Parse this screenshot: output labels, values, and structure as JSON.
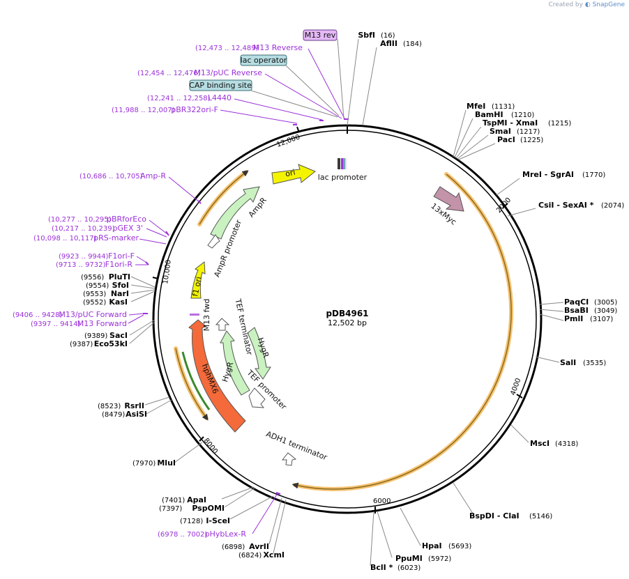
{
  "credit": {
    "prefix": "Created by",
    "brand": "SnapGene"
  },
  "plasmid": {
    "name": "pDB4961",
    "size_label": "12,502 bp"
  },
  "ticks": [
    "2000",
    "4000",
    "6000",
    "8000",
    "10,000",
    "12,000"
  ],
  "sites": [
    {
      "name": "SbfI",
      "pos": "(16)"
    },
    {
      "name": "AflII",
      "pos": "(184)"
    },
    {
      "name": "MfeI",
      "pos": "(1131)"
    },
    {
      "name": "BamHI",
      "pos": "(1210)"
    },
    {
      "name": "TspMI  - XmaI",
      "pos": "(1215)"
    },
    {
      "name": "SmaI",
      "pos": "(1217)"
    },
    {
      "name": "PacI",
      "pos": "(1225)"
    },
    {
      "name": "MreI  - SgrAI",
      "pos": "(1770)"
    },
    {
      "name": "CsiI  - SexAI *",
      "pos": "(2074)"
    },
    {
      "name": "PaqCI",
      "pos": "(3005)"
    },
    {
      "name": "BsaBI",
      "pos": "(3049)"
    },
    {
      "name": "PmlI",
      "pos": "(3107)"
    },
    {
      "name": "SalI",
      "pos": "(3535)"
    },
    {
      "name": "MscI",
      "pos": "(4318)"
    },
    {
      "name": "BspDI  - ClaI",
      "pos": "(5146)"
    },
    {
      "name": "HpaI",
      "pos": "(5693)"
    },
    {
      "name": "PpuMI",
      "pos": "(5972)"
    },
    {
      "name": "BclI *",
      "pos": "(6023)"
    },
    {
      "name": "XcmI",
      "pos": "(6824)"
    },
    {
      "name": "AvrII",
      "pos": "(6898)"
    },
    {
      "name": "I-SceI",
      "pos": "(7128)"
    },
    {
      "name": "PspOMI",
      "pos": "(7397)"
    },
    {
      "name": "ApaI",
      "pos": "(7401)"
    },
    {
      "name": "MluI",
      "pos": "(7970)"
    },
    {
      "name": "AsiSI",
      "pos": "(8479)"
    },
    {
      "name": "RsrII",
      "pos": "(8523)"
    },
    {
      "name": "Eco53kI",
      "pos": "(9387)"
    },
    {
      "name": "SacI",
      "pos": "(9389)"
    },
    {
      "name": "KasI",
      "pos": "(9552)"
    },
    {
      "name": "NarI",
      "pos": "(9553)"
    },
    {
      "name": "SfoI",
      "pos": "(9554)"
    },
    {
      "name": "PluTI",
      "pos": "(9556)"
    }
  ],
  "primers": [
    {
      "name": "M13 Reverse",
      "pos": "(12,473 .. 12,489)"
    },
    {
      "name": "M13/pUC Reverse",
      "pos": "(12,454 .. 12,476)"
    },
    {
      "name": "L4440",
      "pos": "(12,241 .. 12,258)"
    },
    {
      "name": "pBR322ori-F",
      "pos": "(11,988 .. 12,007)"
    },
    {
      "name": "Amp-R",
      "pos": "(10,686 .. 10,705)"
    },
    {
      "name": "pBRforEco",
      "pos": "(10,277 .. 10,295)"
    },
    {
      "name": "pGEX 3'",
      "pos": "(10,217 .. 10,239)"
    },
    {
      "name": "pRS-marker",
      "pos": "(10,098 .. 10,117)"
    },
    {
      "name": "F1ori-F",
      "pos": "(9923 .. 9944)"
    },
    {
      "name": "F1ori-R",
      "pos": "(9713 .. 9732)"
    },
    {
      "name": "M13/pUC Forward",
      "pos": "(9406 .. 9428)"
    },
    {
      "name": "M13 Forward",
      "pos": "(9397 .. 9414)"
    },
    {
      "name": "pHybLex-R",
      "pos": "(6978 .. 7002)"
    }
  ],
  "boxed_labels": [
    "M13 rev",
    "lac operator",
    "CAP binding site"
  ],
  "features": {
    "lac_promoter": "lac promoter",
    "ori": "ori",
    "ampr": "AmpR",
    "ampr_promoter": "AmpR promoter",
    "f1_ori": "f1 ori",
    "m13_fwd": "M13 fwd",
    "tef_terminator": "TEF terminator",
    "hygr_1": "HygR",
    "hygr_2": "HygR",
    "tef_promoter": "TEF promoter",
    "hphmx6": "hphMX6",
    "adh1_terminator": "ADH1 terminator",
    "myc": "13xMyc"
  },
  "colors": {
    "primer": "#9b30d9",
    "orf_highlight": "#f6c270",
    "ampr_fill": "#c9f2c0",
    "ori_fill": "#f4f400",
    "hph_fill": "#f46a3a",
    "myc_fill": "#c393a9",
    "m13rev_fill": "#e4b8f6",
    "box_fill": "#b6dde2"
  }
}
